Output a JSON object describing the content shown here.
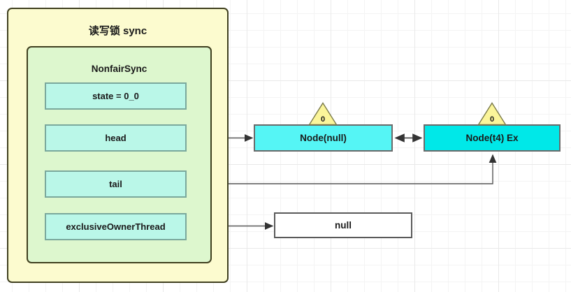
{
  "diagram": {
    "outer": {
      "title": "读写锁 sync"
    },
    "inner": {
      "title": "NonfairSync"
    },
    "fields": [
      {
        "key": "state",
        "label": "state = 0_0"
      },
      {
        "key": "head",
        "label": "head"
      },
      {
        "key": "tail",
        "label": "tail"
      },
      {
        "key": "owner",
        "label": "exclusiveOwnerThread"
      }
    ],
    "nodes": [
      {
        "key": "head-node",
        "label": "Node(null)",
        "wait_status": "0",
        "color": "#55f5f5"
      },
      {
        "key": "tail-node",
        "label": "Node(t4) Ex",
        "wait_status": "0",
        "color": "#00e8e8"
      }
    ],
    "owner_value": {
      "label": "null"
    },
    "colors": {
      "outer_fill": "#fcfbcf",
      "inner_fill": "#ddf7ce",
      "field_fill": "#baf7e8",
      "triangle_fill": "#fbf59a",
      "edge_stroke": "#555555",
      "border_dark": "#3f3f1f"
    },
    "edges": [
      {
        "from": "head",
        "to": "head-node",
        "kind": "arrow"
      },
      {
        "from": "head-node",
        "to": "tail-node",
        "kind": "double-arrow"
      },
      {
        "from": "tail",
        "to": "tail-node",
        "kind": "arrow"
      },
      {
        "from": "owner",
        "to": "owner_value",
        "kind": "arrow"
      }
    ]
  }
}
